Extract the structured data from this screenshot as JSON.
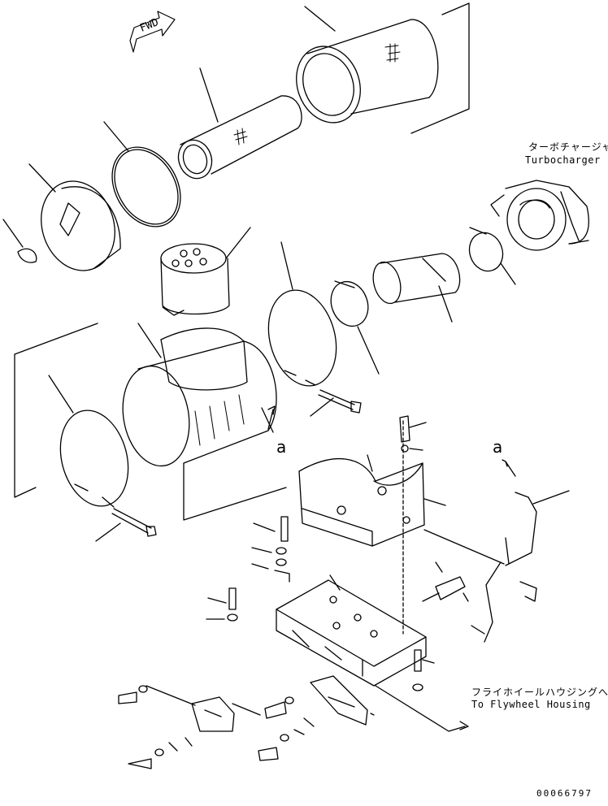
{
  "labels": {
    "fwd": "FWD",
    "turbo_jp": "ターボチャージャ",
    "turbo_en": "Turbocharger",
    "flywheel_jp": "フライホイールハウジングへ",
    "flywheel_en": "To Flywheel Housing",
    "ref_a_left": "a",
    "ref_a_right": "a",
    "drawing_number": "00066797"
  },
  "icons": {
    "fwd_arrow": "fwd-arrow-icon",
    "flywheel_arrow": "arrow-right-icon",
    "a_arrow_left": "arrow-up-icon",
    "a_arrow_right": "arrow-up-icon"
  }
}
